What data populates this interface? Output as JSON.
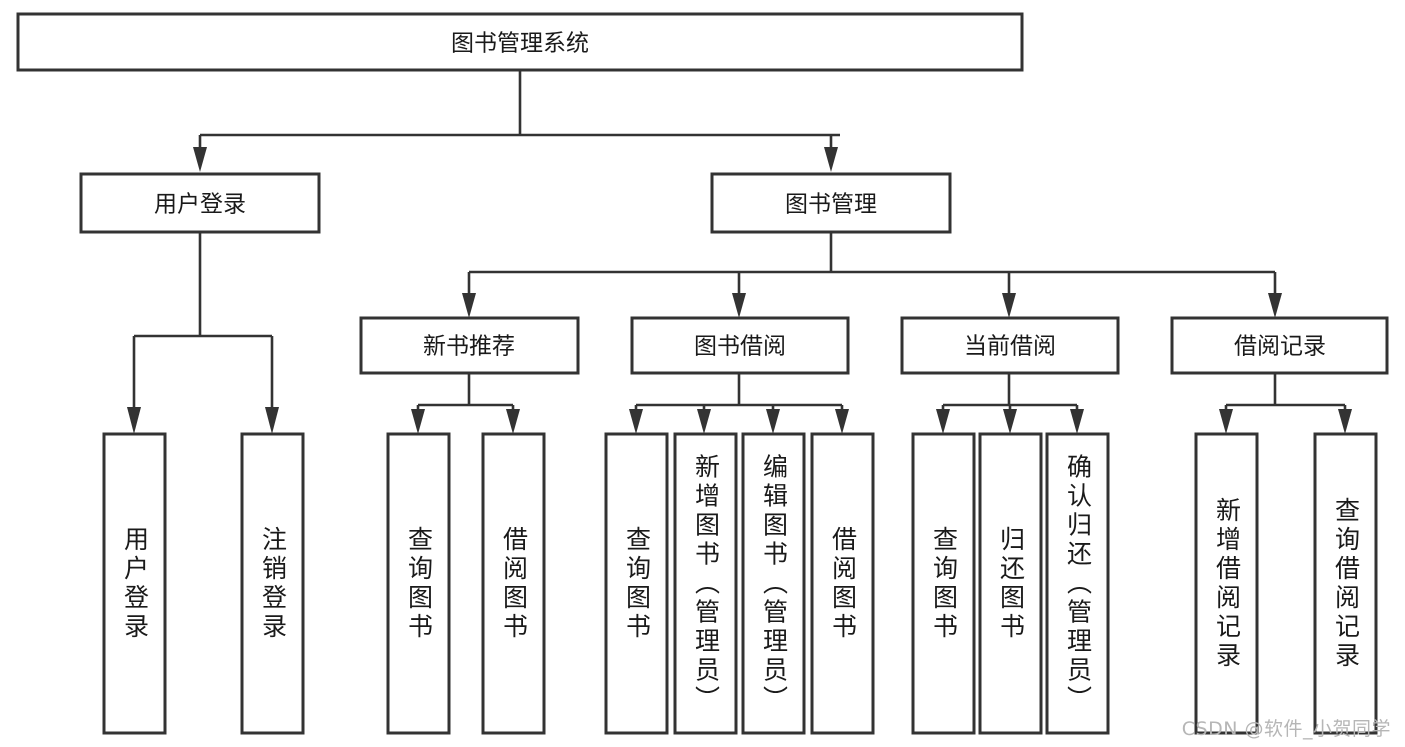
{
  "diagram": {
    "type": "tree-hierarchy",
    "orientation": "top-down",
    "title": "图书管理系统",
    "colors": {
      "stroke": "#333333",
      "fill": "#ffffff",
      "text": "#1a1a1a",
      "watermark": "#b6b6b6"
    },
    "levels": {
      "root": "图书管理系统",
      "level2": [
        "用户登录",
        "图书管理"
      ],
      "level3": [
        "新书推荐",
        "图书借阅",
        "当前借阅",
        "借阅记录"
      ]
    }
  },
  "nodes": {
    "root": {
      "label": "图书管理系统"
    },
    "user_login": {
      "label": "用户登录"
    },
    "book_manage": {
      "label": "图书管理"
    },
    "new_book_rec": {
      "label": "新书推荐"
    },
    "book_borrow": {
      "label": "图书借阅"
    },
    "current_borrow": {
      "label": "当前借阅"
    },
    "borrow_record": {
      "label": "借阅记录"
    }
  },
  "leaves": {
    "user_login": [
      {
        "label": "用户登录"
      },
      {
        "label": "注销登录"
      }
    ],
    "new_book_rec": [
      {
        "label": "查询图书"
      },
      {
        "label": "借阅图书"
      }
    ],
    "book_borrow": [
      {
        "label": "查询图书"
      },
      {
        "label": "新增图书（管理员）"
      },
      {
        "label": "编辑图书（管理员）"
      },
      {
        "label": "借阅图书"
      }
    ],
    "current_borrow": [
      {
        "label": "查询图书"
      },
      {
        "label": "归还图书"
      },
      {
        "label": "确认归还（管理员）"
      }
    ],
    "borrow_record": [
      {
        "label": "新增借阅记录"
      },
      {
        "label": "查询借阅记录"
      }
    ]
  },
  "watermark": {
    "text": "CSDN @软件_小贺同学"
  }
}
